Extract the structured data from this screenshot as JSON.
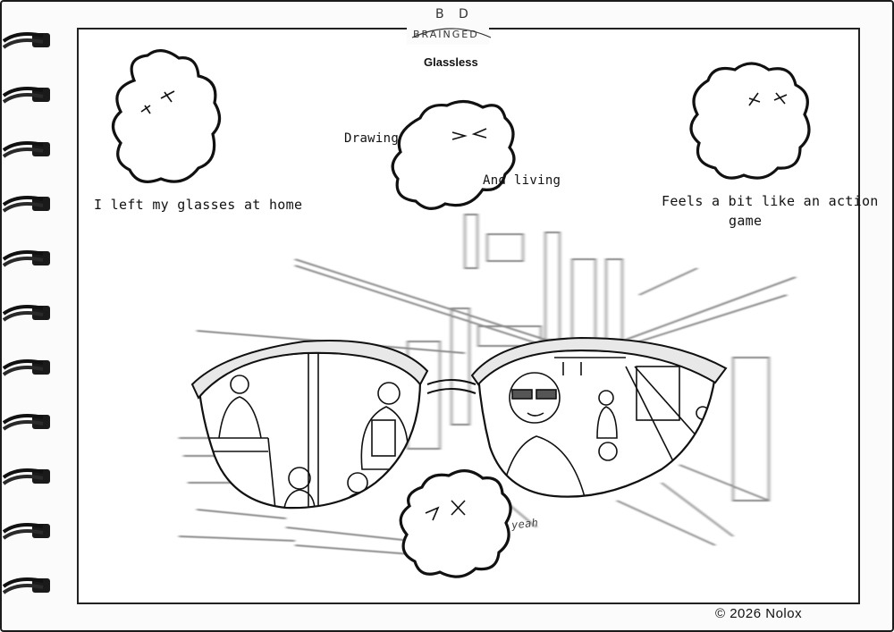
{
  "logo": {
    "mark": "B D",
    "name": "BRAINGED"
  },
  "title": "Glassless",
  "captions": {
    "left": "I left my glasses at home",
    "center_a": "Drawing",
    "center_b": "And living",
    "right_line1": "Feels a bit like an action",
    "right_line2": "game",
    "bottom": "yeah"
  },
  "copyright": "© 2026  Nolox",
  "colors": {
    "ink": "#111111",
    "paper": "#ffffff",
    "blur": "#9a9a9a"
  },
  "icons": [
    "spiral-binding-rings",
    "cloud-head-doodle",
    "glasses-doodle"
  ]
}
